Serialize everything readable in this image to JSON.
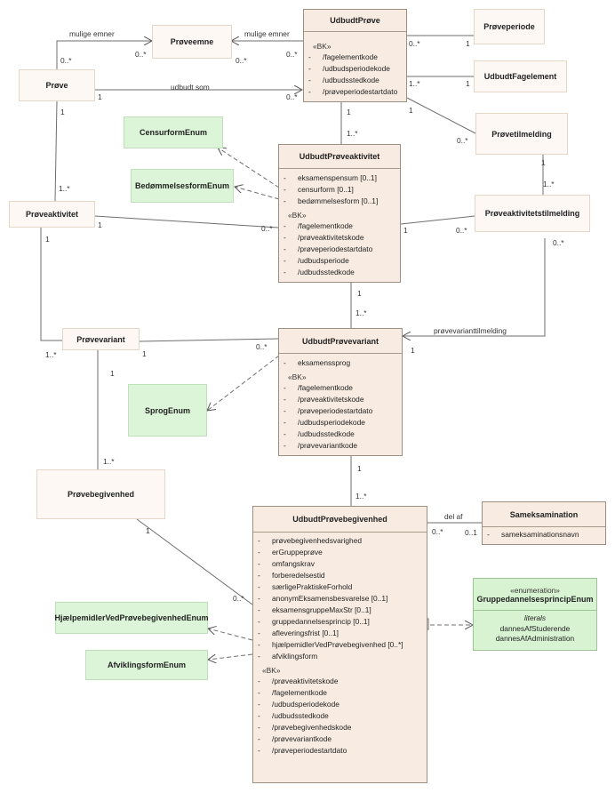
{
  "classes": {
    "udbudt_prove": {
      "name": "UdbudtPrøve",
      "stereotype": "«BK»",
      "attrs": [
        "/fagelementkode",
        "/udbudsperiodekode",
        "/udbudsstedkode",
        "/prøveperiodestartdato"
      ]
    },
    "proveemne": {
      "name": "Prøveemne"
    },
    "prove": {
      "name": "Prøve"
    },
    "proveperiode": {
      "name": "Prøveperiode"
    },
    "udbudt_fagelement": {
      "name": "UdbudtFagelement"
    },
    "provetilmelding": {
      "name": "Prøvetilmelding"
    },
    "udbudt_proveaktivitet": {
      "name": "UdbudtPrøveaktivitet",
      "attrs": [
        "eksamenspensum [0..1]",
        "censurform [0..1]",
        "bedømmelsesform [0..1]"
      ],
      "stereotype": "«BK»",
      "bk_attrs": [
        "/fagelementkode",
        "/prøveaktivitetskode",
        "/prøveperiodestartdato",
        "/udbudsperiode",
        "/udbudsstedkode"
      ]
    },
    "proveaktivitet": {
      "name": "Prøveaktivitet"
    },
    "proveaktivitetstilmelding": {
      "name": "Prøveaktivitetstilmelding"
    },
    "provevariant": {
      "name": "Prøvevariant"
    },
    "udbudt_provevariant": {
      "name": "UdbudtPrøvevariant",
      "attrs": [
        "eksamenssprog"
      ],
      "stereotype": "«BK»",
      "bk_attrs": [
        "/fagelementkode",
        "/prøveaktivitetskode",
        "/prøveperiodestartdato",
        "/udbudsperiodekode",
        "/udbudsstedkode",
        "/prøvevariantkode"
      ]
    },
    "provebegivenhed": {
      "name": "Prøvebegivenhed"
    },
    "udbudt_provebegivenhed": {
      "name": "UdbudtPrøvebegivenhed",
      "attrs": [
        "prøvebegivenhedsvarighed",
        "erGruppeprøve",
        "omfangskrav",
        "forberedelsestid",
        "særligePraktiskeForhold",
        "anonymEksamensbesvarelse [0..1]",
        "eksamensgruppeMaxStr [0..1]",
        "gruppedannelsesprincip [0..1]",
        "afleveringsfrist [0..1]",
        "hjælpemidlerVedPrøvebegivenhed [0..*]",
        "afviklingsform"
      ],
      "stereotype": "«BK»",
      "bk_attrs": [
        "/prøveaktivitetskode",
        "/fagelementkode",
        "/udbudsperiodekode",
        "/udbudsstedkode",
        "/prøvebegivenhedskode",
        "/prøvevariantkode",
        "/prøveperiodestartdato"
      ]
    },
    "sameksamination": {
      "name": "Sameksamination",
      "attrs": [
        "sameksaminationsnavn"
      ]
    }
  },
  "enums": {
    "censurform": "CensurformEnum",
    "bedommelsesform": "BedømmelsesformEnum",
    "sprog": "SprogEnum",
    "hjaelpemidler": "HjælpemidlerVedPrøvebegivenhedEnum",
    "afviklingsform": "AfviklingsformEnum",
    "gruppedannelse": {
      "stereotype": "«enumeration»",
      "name": "GruppedannelsesprincipEnum",
      "section": "literals",
      "literals": [
        "dannesAfStuderende",
        "dannesAfAdministration"
      ]
    }
  },
  "labels": {
    "mulige_emner_1": "mulige emner",
    "mulige_emner_2": "mulige emner",
    "udbudt_som": "udbudt som",
    "provevarianttilmelding": "prøvevarianttilmelding",
    "del_af": "del af",
    "m_0star": "0..*",
    "m_1": "1",
    "m_1star": "1..*",
    "m_01": "0..1"
  }
}
